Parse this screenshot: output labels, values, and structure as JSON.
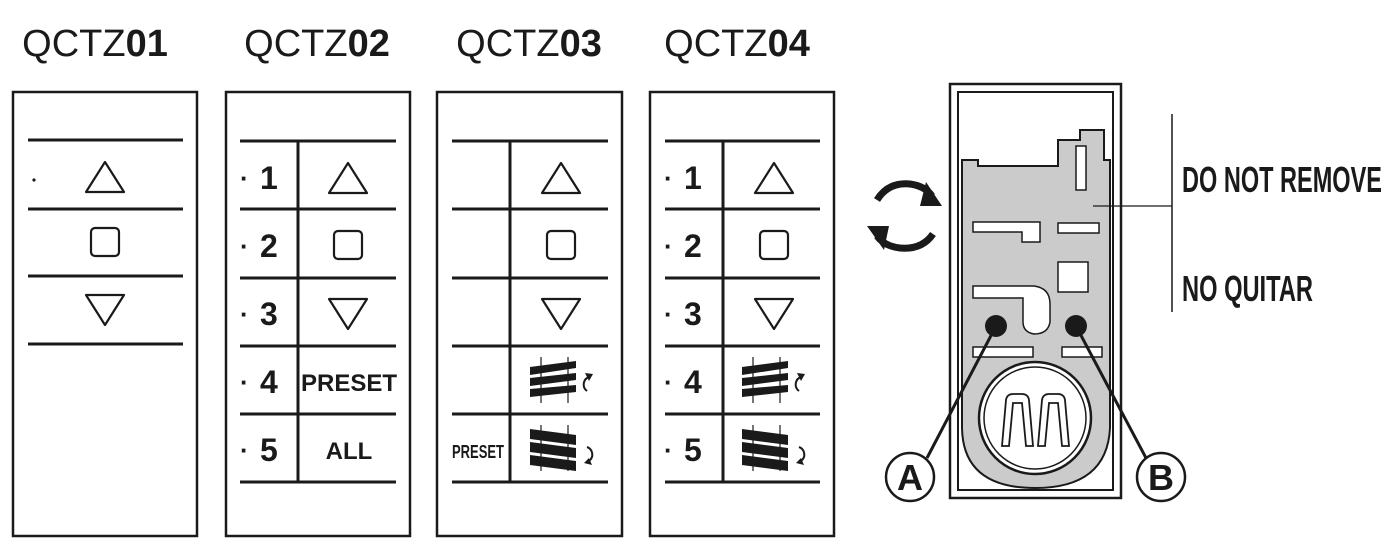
{
  "models": [
    {
      "prefix": "QCTZ",
      "suffix": "01"
    },
    {
      "prefix": "QCTZ",
      "suffix": "02"
    },
    {
      "prefix": "QCTZ",
      "suffix": "03"
    },
    {
      "prefix": "QCTZ",
      "suffix": "04"
    }
  ],
  "channels": [
    "1",
    "2",
    "3",
    "4",
    "5"
  ],
  "labels": {
    "preset": "PRESET",
    "all": "ALL"
  },
  "notes": {
    "do_not_remove": "DO NOT REMOVE",
    "no_quitar": "NO QUITAR"
  },
  "callouts": {
    "a": "A",
    "b": "B"
  },
  "icons": {
    "up": "up-triangle-icon",
    "stop": "stop-square-icon",
    "down": "down-triangle-icon",
    "tilt_open": "tilt-open-icon",
    "tilt_close": "tilt-close-icon",
    "rotate": "rotate-arrows-icon"
  }
}
